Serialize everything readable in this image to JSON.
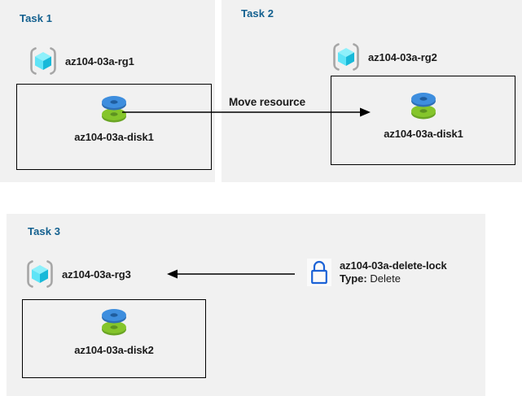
{
  "diagram": {
    "title_color": "#13608f",
    "panel_bg": "#f1f1f1",
    "page_bg": "#ffffff",
    "line_color": "#000000",
    "lock_color": "#1b62d6",
    "disk_top_color": "#3e8ede",
    "disk_bottom_color": "#7ab929",
    "rg_cube_color": "#40e0f5",
    "rg_bracket_color": "#a6a6a6"
  },
  "panels": [
    {
      "id": "task1",
      "title": "Task 1",
      "resource_group": {
        "label": "az104-03a-rg1",
        "icon": "resource-group-icon"
      },
      "resource": {
        "label": "az104-03a-disk1",
        "icon": "managed-disk-icon"
      }
    },
    {
      "id": "task2",
      "title": "Task 2",
      "resource_group": {
        "label": "az104-03a-rg2",
        "icon": "resource-group-icon"
      },
      "resource": {
        "label": "az104-03a-disk1",
        "icon": "managed-disk-icon"
      }
    },
    {
      "id": "task3",
      "title": "Task 3",
      "resource_group": {
        "label": "az104-03a-rg3",
        "icon": "resource-group-icon"
      },
      "resource": {
        "label": "az104-03a-disk2",
        "icon": "managed-disk-icon"
      }
    }
  ],
  "connectors": {
    "move": {
      "caption": "Move resource",
      "direction": "right",
      "icon": "arrow-right-icon"
    },
    "lock": {
      "direction": "left",
      "icon": "arrow-left-icon"
    }
  },
  "lock": {
    "icon": "padlock-icon",
    "name": "az104-03a-delete-lock",
    "type_label": "Type:",
    "type_value": "Delete"
  }
}
